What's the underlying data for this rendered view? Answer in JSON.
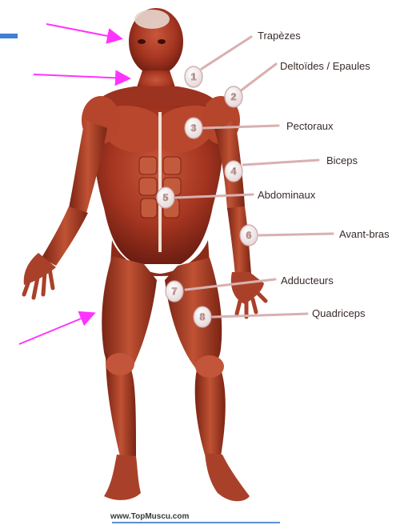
{
  "markers": [
    {
      "num": "1",
      "label": "Trapèzes"
    },
    {
      "num": "2",
      "label": "Deltoïdes / Epaules"
    },
    {
      "num": "3",
      "label": "Pectoraux"
    },
    {
      "num": "4",
      "label": "Biceps"
    },
    {
      "num": "5",
      "label": "Abdominaux"
    },
    {
      "num": "6",
      "label": "Avant-bras"
    },
    {
      "num": "7",
      "label": "Adducteurs"
    },
    {
      "num": "8",
      "label": "Quadriceps"
    }
  ],
  "footer": "www.TopMuscu.com",
  "colors": {
    "arrow": "#ff33ff",
    "leader": "#d9b0b0",
    "muscle": "#a0321f",
    "accent": "#3f7fd4"
  }
}
